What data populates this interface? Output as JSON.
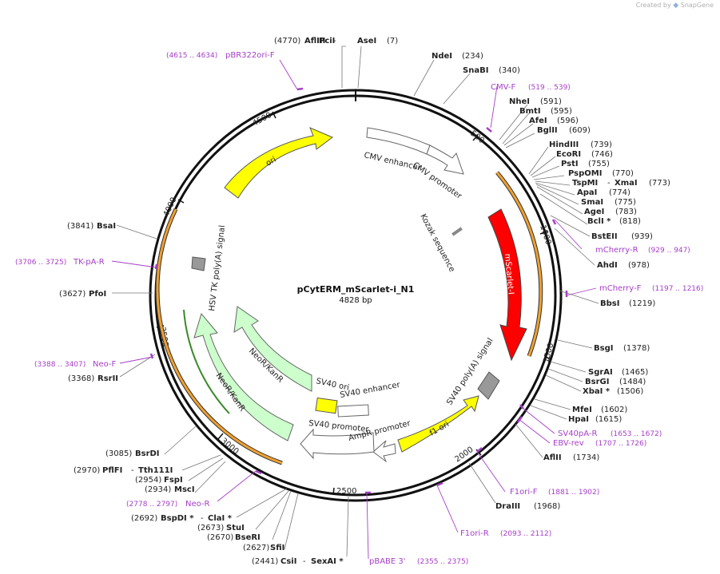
{
  "brand": {
    "created_by": "Created by",
    "app": "SnapGene"
  },
  "plasmid": {
    "name": "pCytERM_mScarlet-i_N1",
    "length_label": "4828 bp",
    "length": 4828
  },
  "colors": {
    "primer": "#a640c8",
    "ori": "#ffff00",
    "mscarlet": "#ff0000",
    "neo": "#ccffcc",
    "polya": "#999999",
    "orange": "#f0a030"
  },
  "ticks": [
    "500",
    "1000",
    "1500",
    "2000",
    "2500",
    "3000",
    "3500",
    "4000",
    "4500"
  ],
  "features": [
    {
      "id": "cmv-enhancer",
      "label": "CMV enhancer"
    },
    {
      "id": "cmv-promoter",
      "label": "CMV promoter"
    },
    {
      "id": "kozak",
      "label": "Kozak sequence"
    },
    {
      "id": "mscarlet",
      "label": "mScarlet-I"
    },
    {
      "id": "sv40-polya",
      "label": "SV40 poly(A) signal"
    },
    {
      "id": "f1-ori",
      "label": "f1 ori"
    },
    {
      "id": "ampr-promoter",
      "label": "AmpR promoter"
    },
    {
      "id": "sv40-promoter",
      "label": "SV40 promoter"
    },
    {
      "id": "sv40-enhancer",
      "label": "SV40 enhancer"
    },
    {
      "id": "sv40-ori",
      "label": "SV40 ori"
    },
    {
      "id": "neo-inner",
      "label": "NeoR/KanR"
    },
    {
      "id": "neo-outer",
      "label": "NeoR/KanR"
    },
    {
      "id": "hsv-polya",
      "label": "HSV TK poly(A) signal"
    },
    {
      "id": "ori",
      "label": "ori"
    }
  ],
  "enzymes": [
    {
      "name": "AflIII",
      "pos": "(4770)"
    },
    {
      "name": "PciI"
    },
    {
      "name": "AseI",
      "pos": "(7)"
    },
    {
      "name": "NdeI",
      "pos": "(234)"
    },
    {
      "name": "SnaBI",
      "pos": "(340)"
    },
    {
      "name": "NheI",
      "pos": "(591)"
    },
    {
      "name": "BmtI",
      "pos": "(595)"
    },
    {
      "name": "AfeI",
      "pos": "(596)"
    },
    {
      "name": "BglII",
      "pos": "(609)"
    },
    {
      "name": "HindIII",
      "pos": "(739)"
    },
    {
      "name": "EcoRI",
      "pos": "(746)"
    },
    {
      "name": "PstI",
      "pos": "(755)"
    },
    {
      "name": "PspOMI",
      "pos": "(770)"
    },
    {
      "name": "TspMI",
      "pos": "(773)"
    },
    {
      "name": "XmaI"
    },
    {
      "name": "ApaI",
      "pos": "(774)"
    },
    {
      "name": "SmaI",
      "pos": "(775)"
    },
    {
      "name": "AgeI",
      "pos": "(783)"
    },
    {
      "name": "BclI *",
      "pos": "(818)"
    },
    {
      "name": "BstEII",
      "pos": "(939)"
    },
    {
      "name": "AhdI",
      "pos": "(978)"
    },
    {
      "name": "BbsI",
      "pos": "(1219)"
    },
    {
      "name": "BsgI",
      "pos": "(1378)"
    },
    {
      "name": "SgrAI",
      "pos": "(1465)"
    },
    {
      "name": "BsrGI",
      "pos": "(1484)"
    },
    {
      "name": "XbaI *",
      "pos": "(1506)"
    },
    {
      "name": "MfeI",
      "pos": "(1602)"
    },
    {
      "name": "HpaI",
      "pos": "(1615)"
    },
    {
      "name": "AflII",
      "pos": "(1734)"
    },
    {
      "name": "DraIII",
      "pos": "(1968)"
    },
    {
      "name": "CsiI",
      "pos": "(2441)"
    },
    {
      "name": "SexAI *"
    },
    {
      "name": "SfiI",
      "pos": "(2627)"
    },
    {
      "name": "BseRI",
      "pos": "(2670)"
    },
    {
      "name": "StuI",
      "pos": "(2673)"
    },
    {
      "name": "BspDI *",
      "pos": "(2692)"
    },
    {
      "name": "ClaI *"
    },
    {
      "name": "MscI",
      "pos": "(2934)"
    },
    {
      "name": "FspI",
      "pos": "(2954)"
    },
    {
      "name": "PflFI",
      "pos": "(2970)"
    },
    {
      "name": "Tth111I"
    },
    {
      "name": "BsrDI",
      "pos": "(3085)"
    },
    {
      "name": "RsrII",
      "pos": "(3368)"
    },
    {
      "name": "PfoI",
      "pos": "(3627)"
    },
    {
      "name": "BsaI",
      "pos": "(3841)"
    }
  ],
  "sep": "-",
  "primers": [
    {
      "name": "pBR322ori-F",
      "range": "(4615 .. 4634)"
    },
    {
      "name": "CMV-F",
      "range": "(519 .. 539)"
    },
    {
      "name": "mCherry-R",
      "range": "(929 .. 947)"
    },
    {
      "name": "mCherry-F",
      "range": "(1197 .. 1216)"
    },
    {
      "name": "SV40pA-R",
      "range": "(1653 .. 1672)"
    },
    {
      "name": "EBV-rev",
      "range": "(1707 .. 1726)"
    },
    {
      "name": "F1ori-F",
      "range": "(1881 .. 1902)"
    },
    {
      "name": "F1ori-R",
      "range": "(2093 .. 2112)"
    },
    {
      "name": "pBABE 3'",
      "range": "(2355 .. 2375)"
    },
    {
      "name": "Neo-R",
      "range": "(2778 .. 2797)"
    },
    {
      "name": "Neo-F",
      "range": "(3388 .. 3407)"
    },
    {
      "name": "TK-pA-R",
      "range": "(3706 .. 3725)"
    }
  ]
}
